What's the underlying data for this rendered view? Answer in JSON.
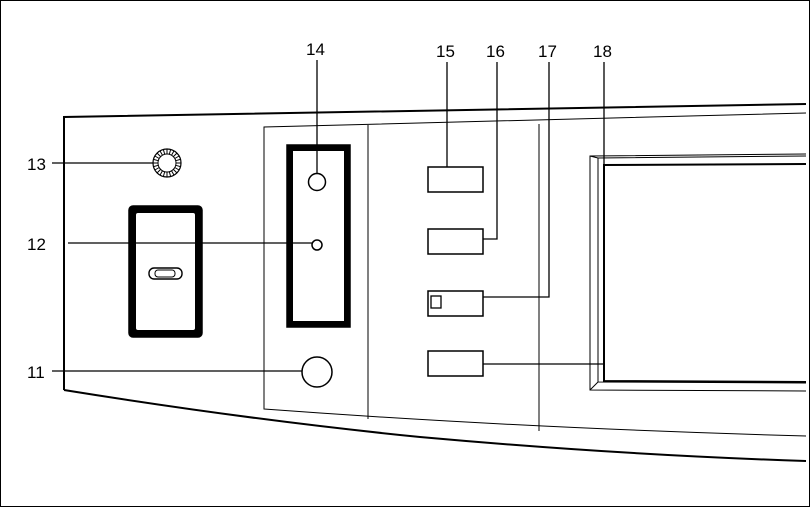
{
  "diagram": {
    "callouts": [
      {
        "id": "c11",
        "label": "11",
        "part": "round-button"
      },
      {
        "id": "c12",
        "label": "12",
        "part": "indicator-led"
      },
      {
        "id": "c13",
        "label": "13",
        "part": "knurled-knob"
      },
      {
        "id": "c14",
        "label": "14",
        "part": "small-round-button"
      },
      {
        "id": "c15",
        "label": "15",
        "part": "rect-button-1"
      },
      {
        "id": "c16",
        "label": "16",
        "part": "rect-button-2"
      },
      {
        "id": "c17",
        "label": "17",
        "part": "rect-button-3"
      },
      {
        "id": "c18",
        "label": "18",
        "part": "display-screen"
      }
    ]
  }
}
